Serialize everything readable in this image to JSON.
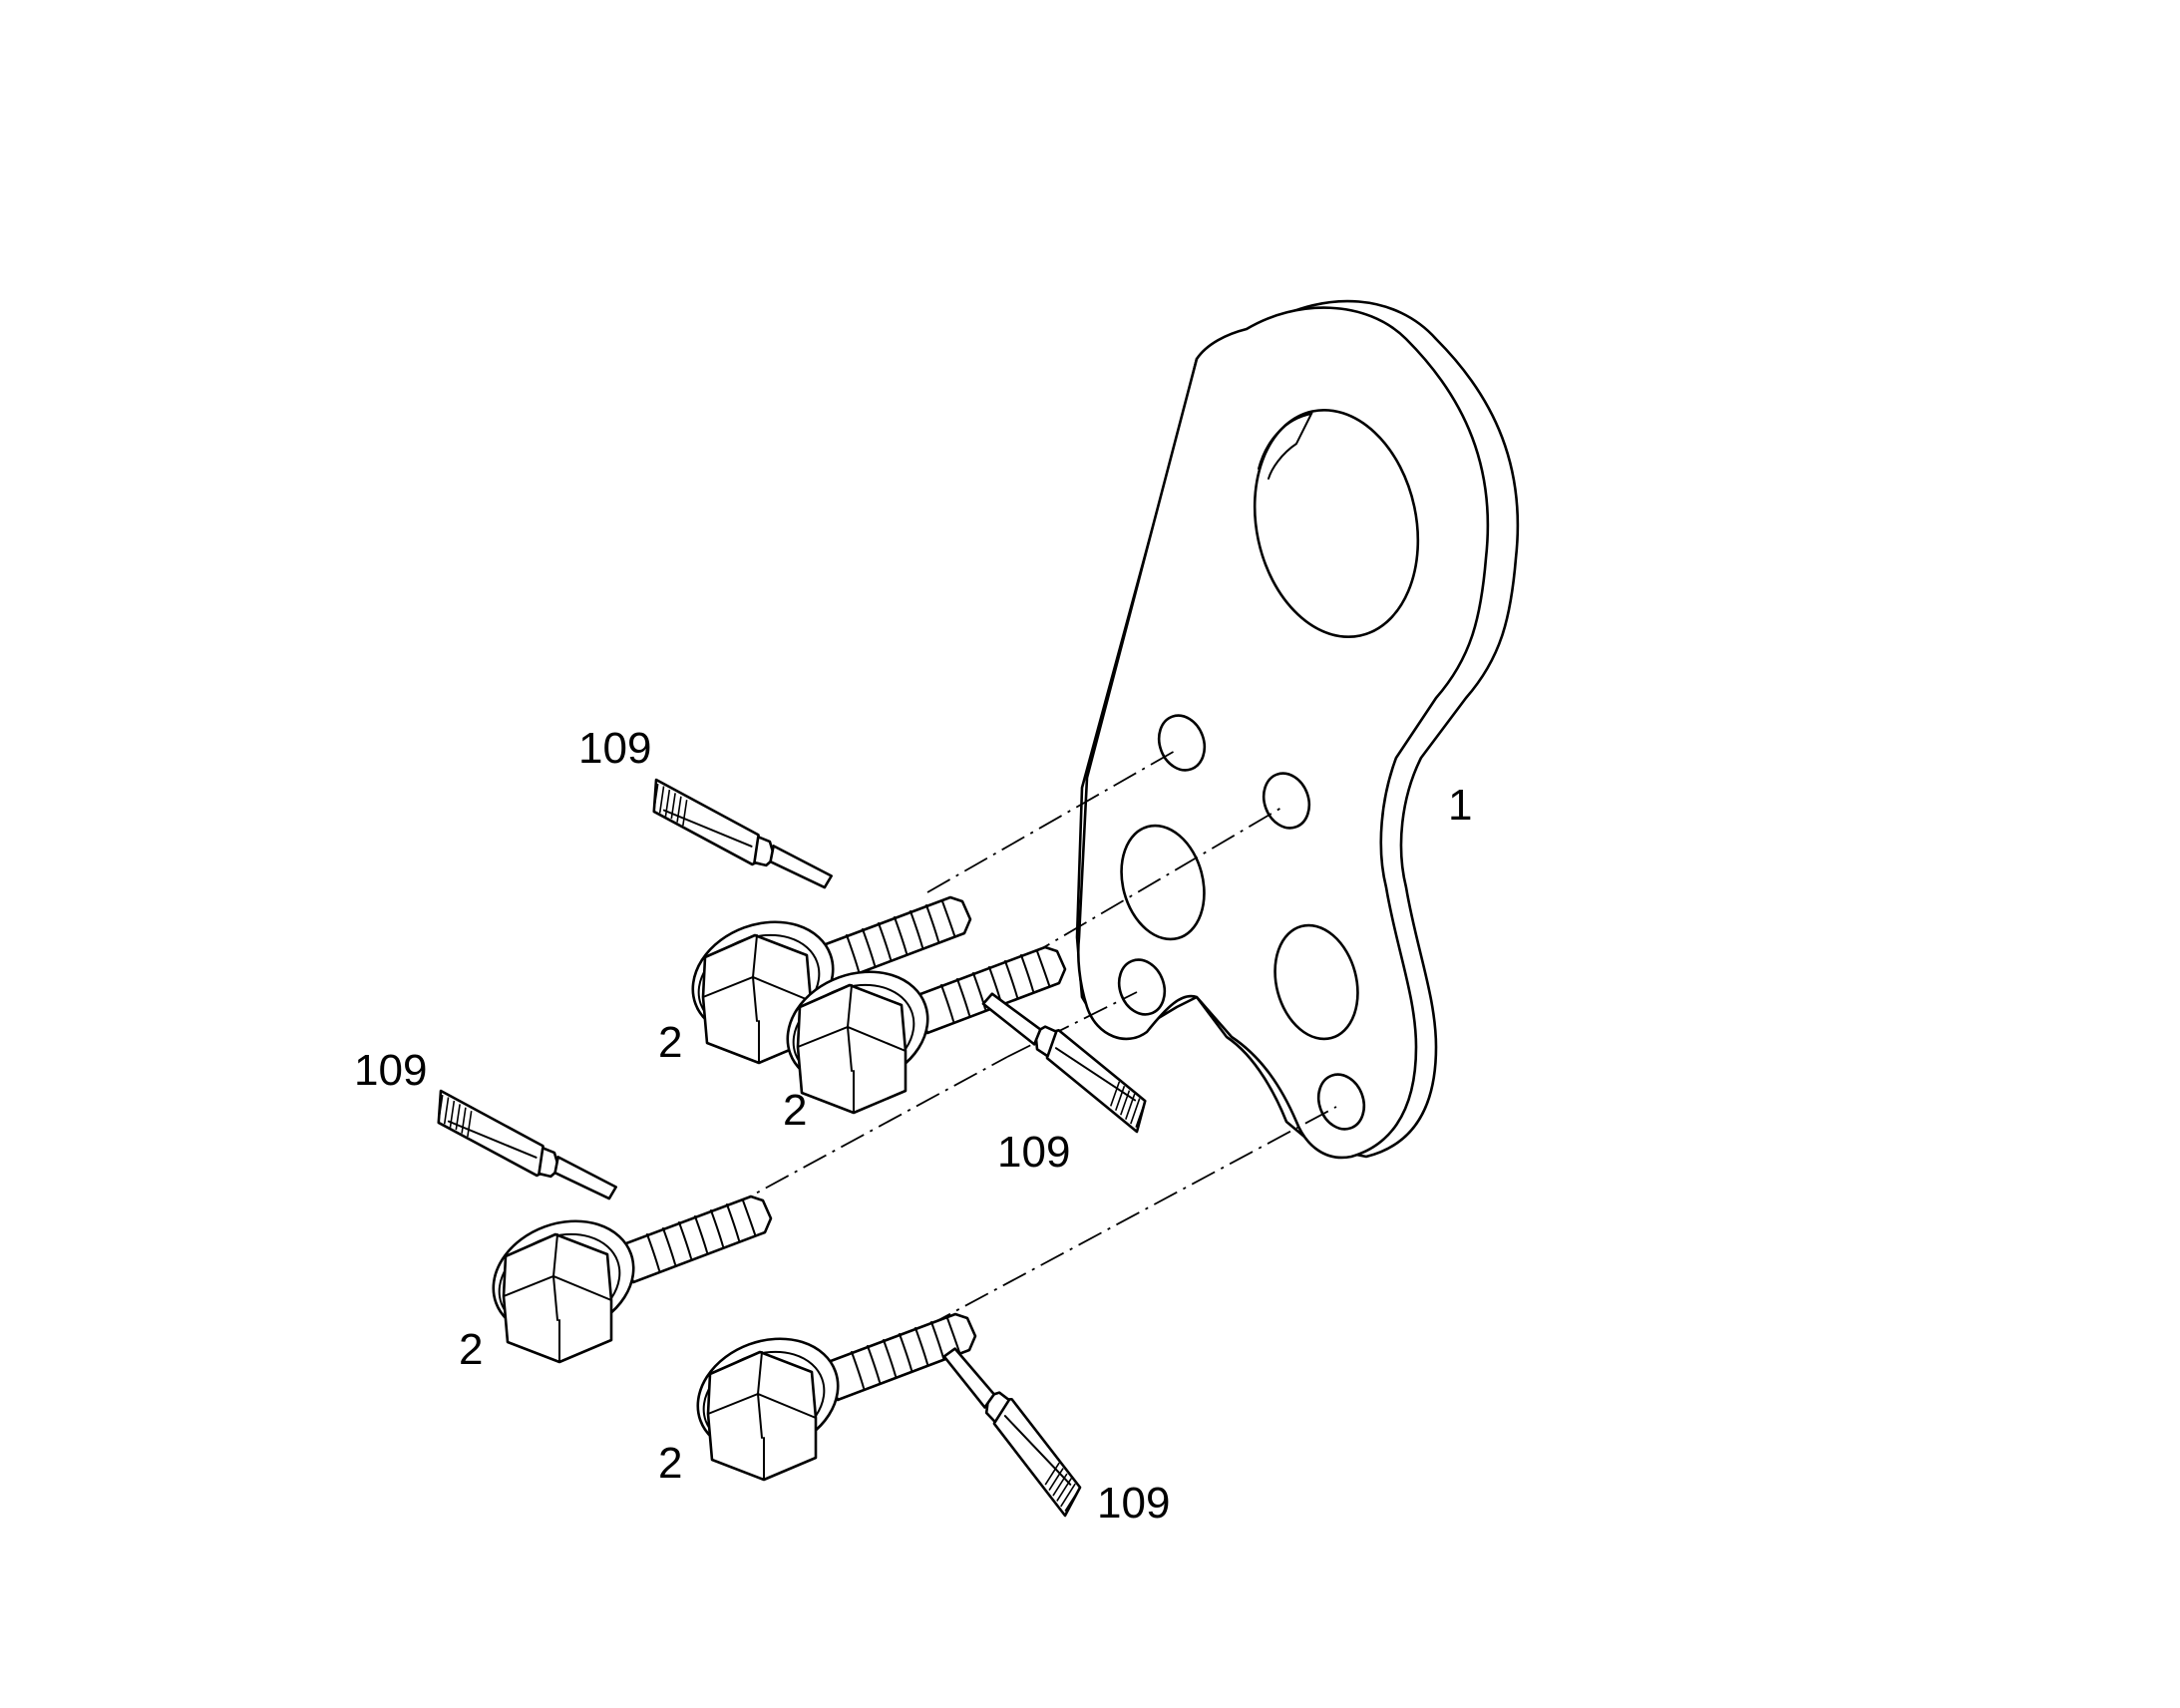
{
  "callouts": {
    "bracket": "1",
    "bolt_a": "2",
    "bolt_b": "2",
    "bolt_c": "2",
    "bolt_d": "2",
    "sealant_a": "109",
    "sealant_b": "109",
    "sealant_c": "109",
    "sealant_d": "109"
  }
}
